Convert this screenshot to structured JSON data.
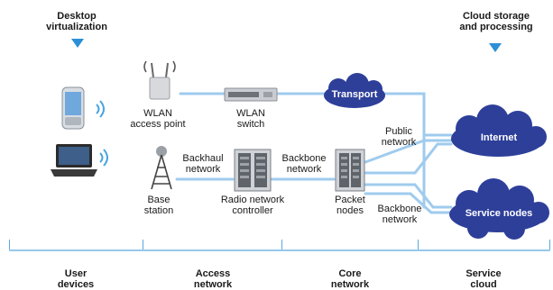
{
  "top_labels": {
    "desktop_virtualization": [
      "Desktop",
      "virtualization"
    ],
    "cloud_storage": [
      "Cloud storage",
      "and processing"
    ]
  },
  "nodes": {
    "wlan_ap": [
      "WLAN",
      "access point"
    ],
    "wlan_switch": [
      "WLAN",
      "switch"
    ],
    "transport": "Transport",
    "public_network": [
      "Public",
      "network"
    ],
    "internet": "Internet",
    "backhaul_network": [
      "Backhaul",
      "network"
    ],
    "backbone_network_1": [
      "Backbone",
      "network"
    ],
    "base_station": [
      "Base",
      "station"
    ],
    "rnc": [
      "Radio network",
      "controller"
    ],
    "packet_nodes": [
      "Packet",
      "nodes"
    ],
    "backbone_network_2": [
      "Backbone",
      "network"
    ],
    "service_nodes": "Service nodes"
  },
  "segments": {
    "user_devices": [
      "User",
      "devices"
    ],
    "access_network": [
      "Access",
      "network"
    ],
    "core_network": [
      "Core",
      "network"
    ],
    "service_cloud": [
      "Service",
      "cloud"
    ]
  },
  "colors": {
    "line": "#9fcbee",
    "cloud": "#2e3f9a",
    "accent": "#2a8fd6"
  },
  "icons": {
    "phone": "smartphone-icon",
    "laptop": "laptop-icon",
    "ap": "wlan-access-point-icon",
    "switch": "wlan-switch-icon",
    "tower": "base-station-tower-icon",
    "rnc": "server-rack-icon",
    "packet": "server-rack-icon",
    "wireless": "wireless-signal-icon"
  }
}
